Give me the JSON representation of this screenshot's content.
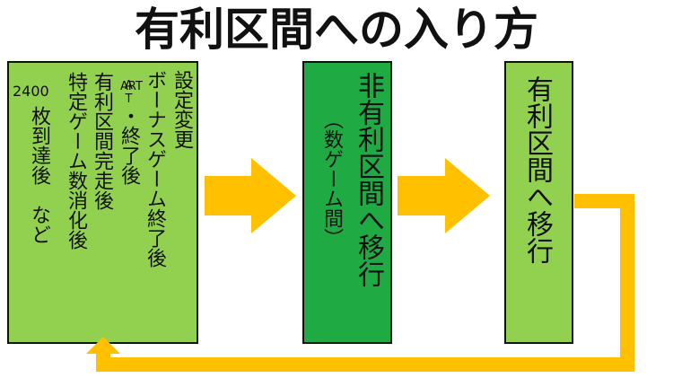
{
  "title": "有利区間への入り方",
  "box1": {
    "lines": [
      "設定変更",
      "ボーナスゲーム終了後",
      "・終了後",
      "有利区間完走後",
      "特定ゲーム数消化後",
      "枚到達後　など"
    ],
    "tag_at": "AT",
    "tag_art": "ART",
    "number": "2400"
  },
  "box2": {
    "main": "非有利区間へ移行",
    "sub": "（数ゲーム間）"
  },
  "box3": {
    "main": "有利区間へ移行"
  },
  "colors": {
    "light_green": "#92d050",
    "dark_green": "#1faa44",
    "arrow": "#ffc000"
  }
}
